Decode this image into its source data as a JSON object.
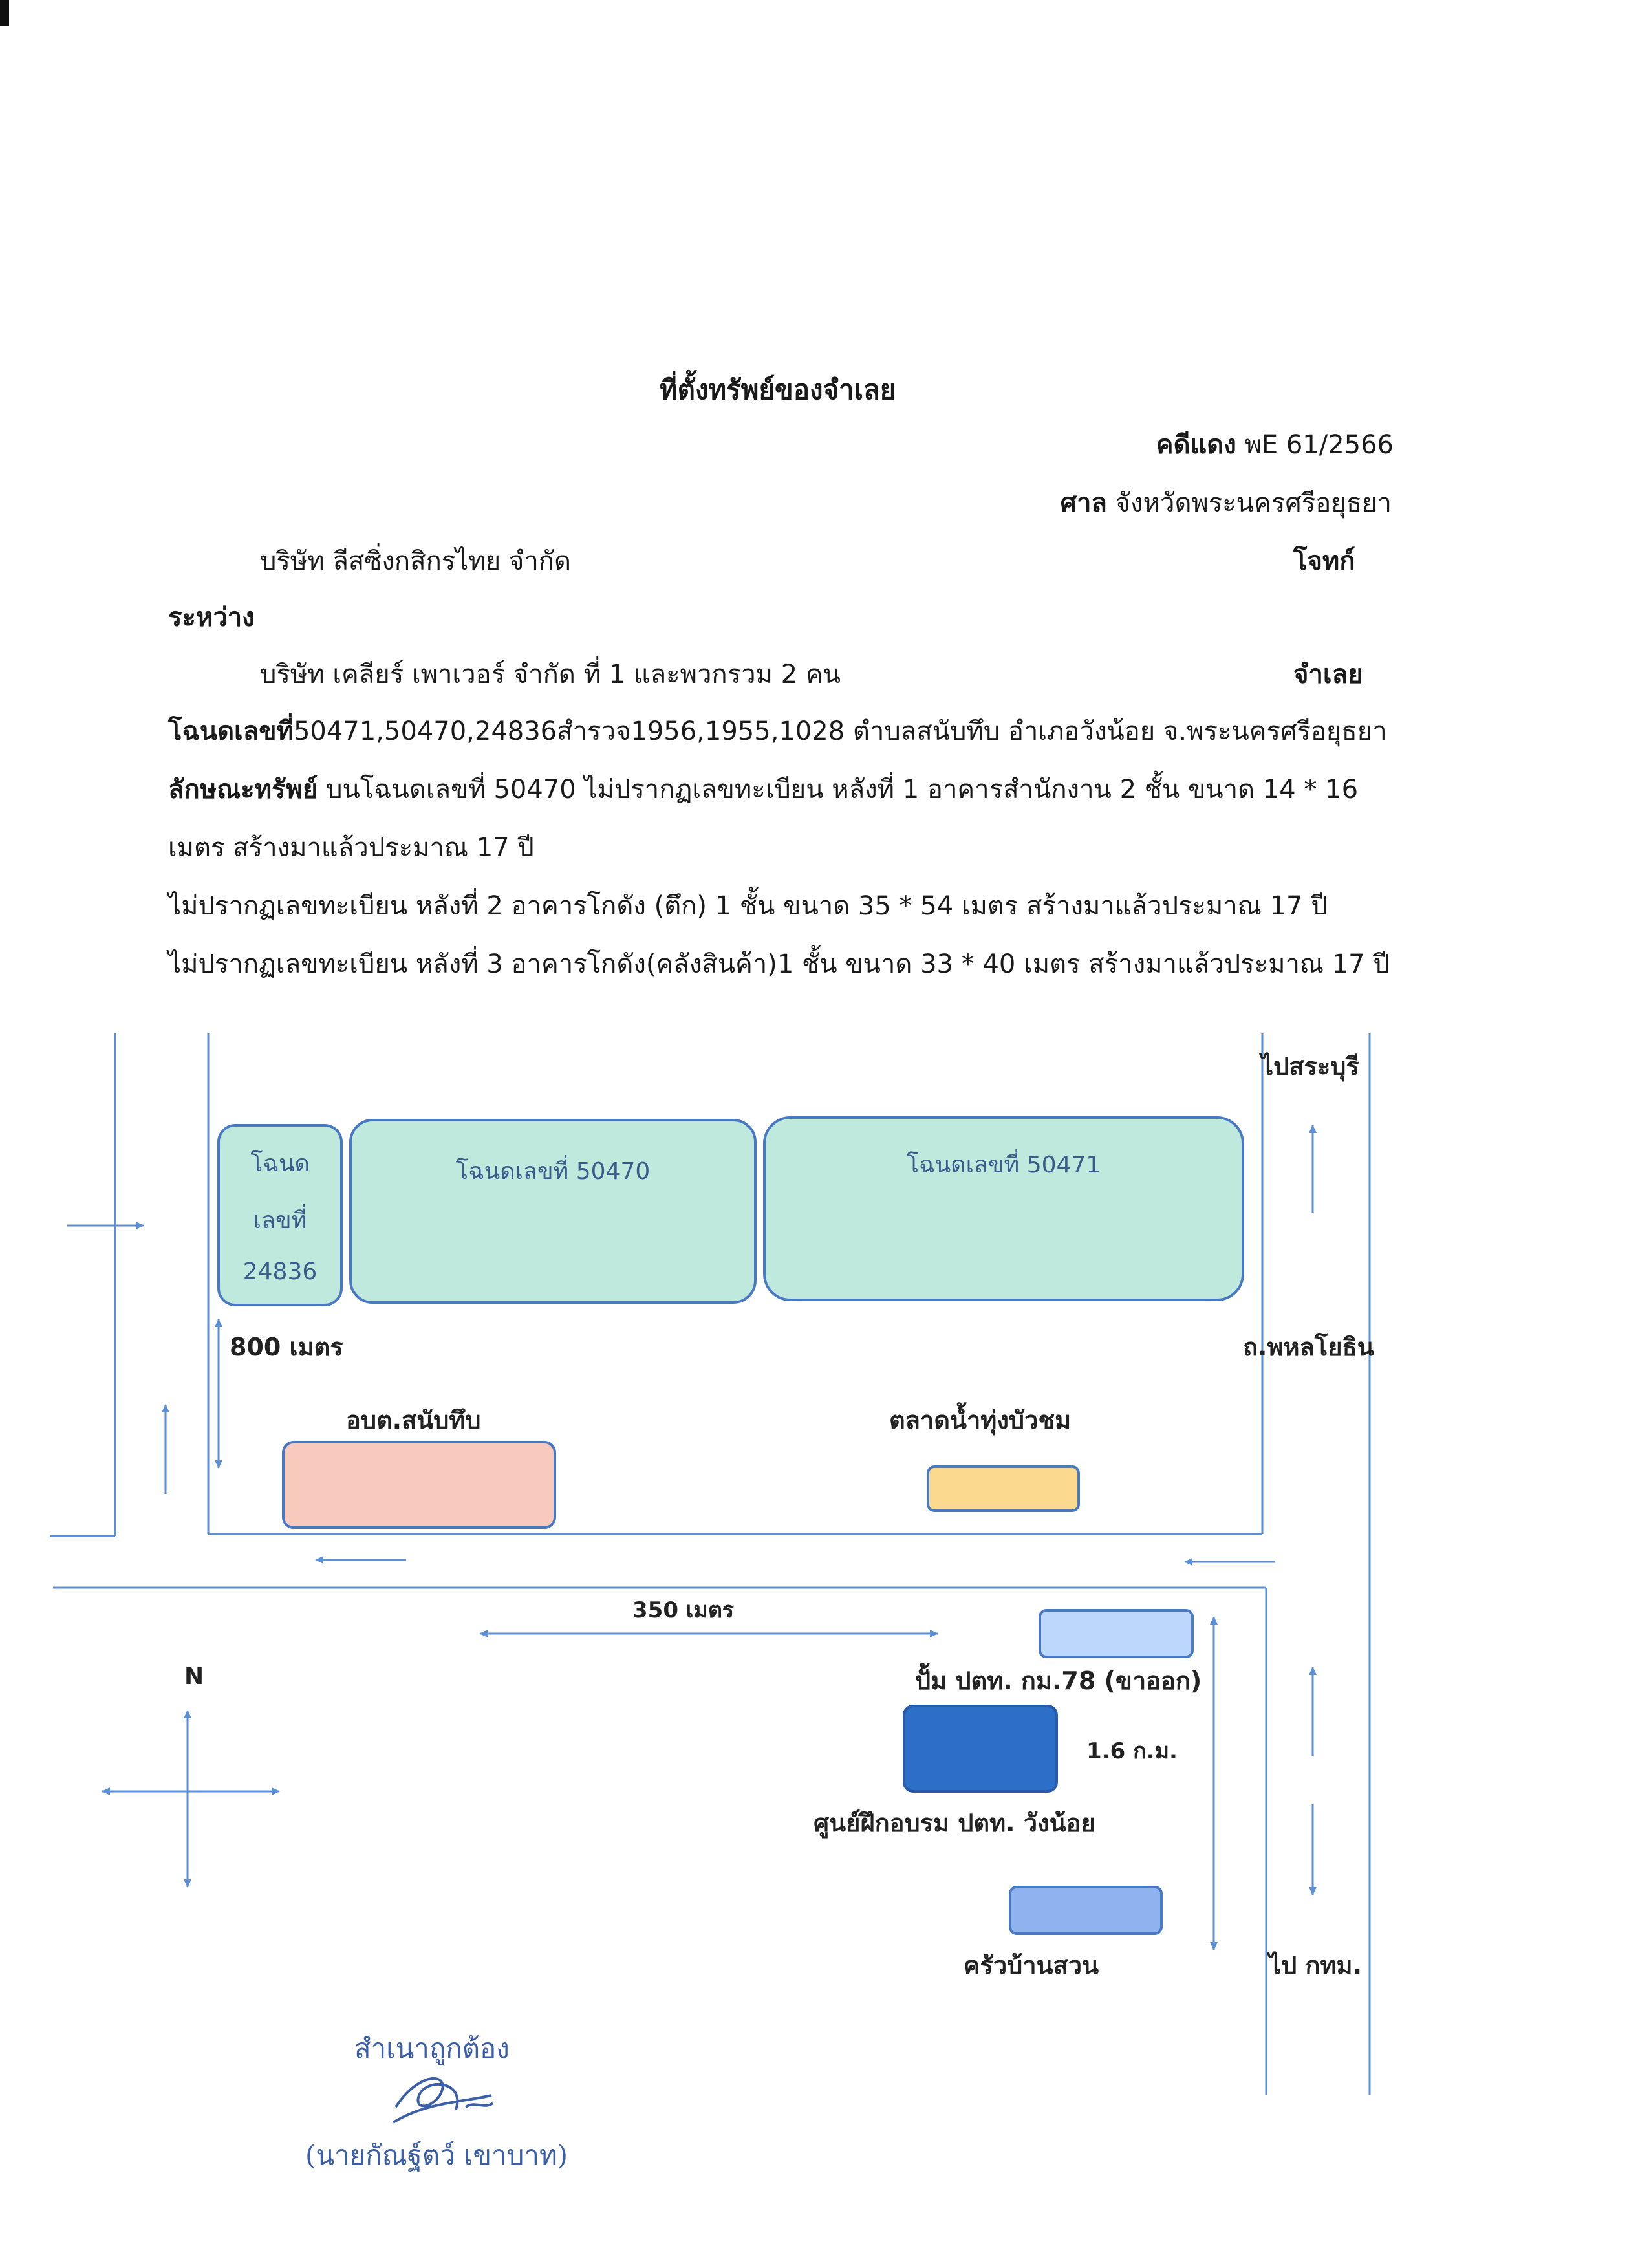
{
  "header": {
    "title": "ที่ตั้งทรัพย์ของจำเลย",
    "case_label": "คดีแดง",
    "case_no": "พE 61/2566",
    "court_label": "ศาล",
    "court_name": "จังหวัดพระนครศรีอยุธยา"
  },
  "parties": {
    "plaintiff_name": "บริษัท ลีสซิ่งกสิกรไทย จำกัด",
    "plaintiff_role": "โจทก์",
    "between": "ระหว่าง",
    "defendant_name": "บริษัท เคลียร์ เพาเวอร์ จำกัด ที่ 1 และพวกรวม 2 คน",
    "defendant_role": "จำเลย"
  },
  "property": {
    "deed_label": "โฉนดเลขที่",
    "deed_text": "50471,50470,24836สำรวจ1956,1955,1028 ตำบลสนับทึบ อำเภอวังน้อย จ.พระนครศรีอยุธยา",
    "nature_label": "ลักษณะทรัพย์",
    "nature_text": " บนโฉนดเลขที่ 50470  ไม่ปรากฏเลขทะเบียน หลังที่ 1 อาคารสำนักงาน 2 ชั้น  ขนาด 14 * 16",
    "line3": "เมตร สร้างมาแล้วประมาณ 17 ปี",
    "line4": "ไม่ปรากฏเลขทะเบียน หลังที่ 2 อาคารโกดัง (ตึก) 1 ชั้น  ขนาด 35 * 54 เมตร สร้างมาแล้วประมาณ 17 ปี",
    "line5": "ไม่ปรากฏเลขทะเบียน หลังที่ 3 อาคารโกดัง(คลังสินค้า)1 ชั้น ขนาด 33 * 40 เมตร สร้างมาแล้วประมาณ 17 ปี"
  },
  "map": {
    "to_saraburi": "ไปสระบุรี",
    "parcel_24836": [
      "โฉนด",
      "เลขที่",
      "24836"
    ],
    "parcel_50470": "โฉนดเลขที่ 50470",
    "parcel_50471": "โฉนดเลขที่ 50471",
    "distance_800": "800 เมตร",
    "road_phahonyothin": "ถ.พหลโยธิน",
    "sanap_thuep": "อบต.สนับทึบ",
    "floating_market": "ตลาดน้ำทุ่งบัวชม",
    "distance_350": "350 เมตร",
    "north": "N",
    "ptt_pump": "ปั้ม ปตท. กม.78 (ขาออก)",
    "distance_16": "1.6 ก.ม.",
    "ptt_training": "ศูนย์ฝึกอบรม ปตท. วังน้อย",
    "krua_ban_suan": "ครัวบ้านสวน",
    "to_bangkok": "ไป กทม."
  },
  "certification": {
    "certified_copy": "สำเนาถูกต้อง",
    "signer": "(นายกัณฐ์ตว์  เขาบาท)"
  },
  "colors": {
    "road_line": "#5b8fd6",
    "parcel_fill": "#bfe9dc",
    "parcel_border": "#4a79c4",
    "sao_fill": "#f8c9bd",
    "market_fill": "#fbd98f",
    "pump_fill": "#bcd7fb",
    "training_fill": "#2b6fc8",
    "krua_fill": "#8fb3ee",
    "stamp_ink": "#3b5ea8"
  }
}
